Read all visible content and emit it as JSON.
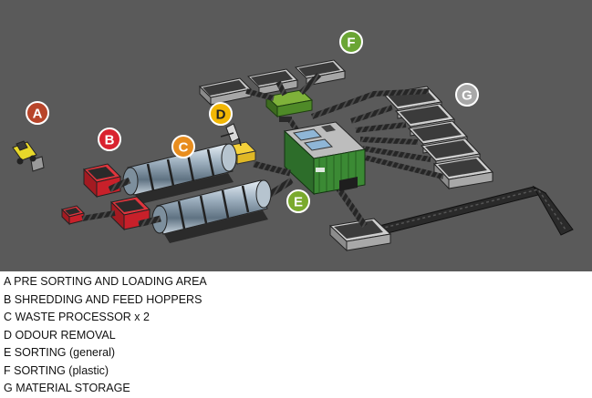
{
  "markers": [
    {
      "letter": "A",
      "color": "#b8452a"
    },
    {
      "letter": "B",
      "color": "#d9222f"
    },
    {
      "letter": "C",
      "color": "#e88d1e"
    },
    {
      "letter": "D",
      "color": "#f2b705"
    },
    {
      "letter": "E",
      "color": "#7aaa2d"
    },
    {
      "letter": "F",
      "color": "#6aa534"
    },
    {
      "letter": "G",
      "color": "#a8a8a8"
    }
  ],
  "legend": [
    {
      "text": "A  PRE SORTING AND LOADING AREA"
    },
    {
      "text": "B  SHREDDING AND FEED HOPPERS"
    },
    {
      "text": "C  WASTE PROCESSOR x 2"
    },
    {
      "text": "D  ODOUR REMOVAL"
    },
    {
      "text": "E  SORTING (general)"
    },
    {
      "text": "F  SORTING (plastic)"
    },
    {
      "text": "G  MATERIAL STORAGE"
    }
  ],
  "colors": {
    "ground": "#5a5a5a",
    "hopper_red": "#c8202a",
    "building_green": "#2f7a2f",
    "bin_gray": "#bdbdbd",
    "conveyor": "#2b2b2b",
    "loader_yellow": "#e8d82a"
  }
}
